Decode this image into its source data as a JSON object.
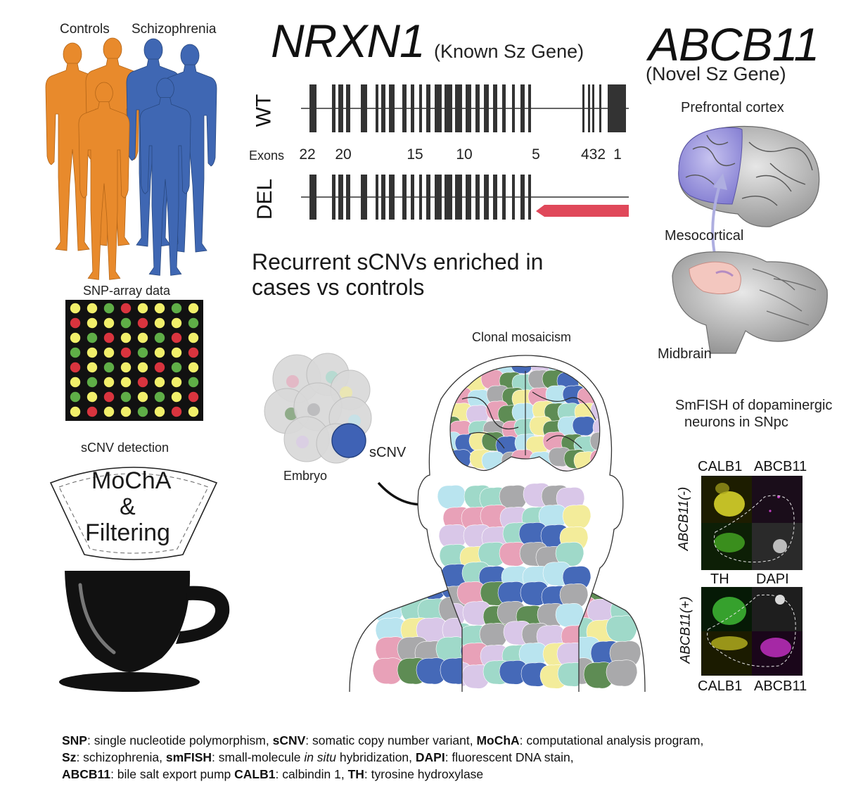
{
  "people": {
    "controls_label": "Controls",
    "schizophrenia_label": "Schizophrenia",
    "control_color": "#e88a2c",
    "case_color": "#3f67b3"
  },
  "snp": {
    "title": "SNP-array data",
    "colors": {
      "yellow": "#f1ef6a",
      "green": "#5fae47",
      "red": "#d9343e",
      "background": "#111111"
    },
    "grid": [
      [
        "Y",
        "Y",
        "G",
        "R",
        "Y",
        "Y",
        "G",
        "Y"
      ],
      [
        "R",
        "Y",
        "Y",
        "G",
        "R",
        "Y",
        "Y",
        "G"
      ],
      [
        "Y",
        "G",
        "R",
        "Y",
        "Y",
        "G",
        "R",
        "Y"
      ],
      [
        "G",
        "Y",
        "Y",
        "R",
        "G",
        "Y",
        "Y",
        "R"
      ],
      [
        "R",
        "Y",
        "G",
        "Y",
        "Y",
        "R",
        "G",
        "Y"
      ],
      [
        "Y",
        "G",
        "Y",
        "Y",
        "R",
        "Y",
        "Y",
        "G"
      ],
      [
        "G",
        "Y",
        "R",
        "G",
        "Y",
        "G",
        "Y",
        "R"
      ],
      [
        "Y",
        "R",
        "Y",
        "Y",
        "G",
        "Y",
        "R",
        "Y"
      ]
    ]
  },
  "filter": {
    "title": "sCNV detection",
    "line1": "MoChA",
    "line2": "&",
    "line3": "Filtering"
  },
  "nrxn1": {
    "gene": "NRXN1",
    "note": "(Known Sz Gene)",
    "wt_label": "WT",
    "del_label": "DEL",
    "exons_label": "Exons",
    "exon_numbers": [
      "22",
      "20",
      "15",
      "10",
      "5",
      "432",
      "1"
    ],
    "deletion_color": "#e0485a"
  },
  "summary": {
    "line1": "Recurrent sCNVs enriched in",
    "line2": "cases vs controls"
  },
  "mosaic": {
    "title": "Clonal mosaicism",
    "embryo_label": "Embryo",
    "scnv_label": "sCNV",
    "palette": [
      "#4569b8",
      "#e8a1b8",
      "#9fd9c9",
      "#f3ec9a",
      "#5e8c54",
      "#a9a9ab",
      "#b9e4ef",
      "#d9c7e8"
    ]
  },
  "abcb11": {
    "gene": "ABCB11",
    "note": "(Novel Sz Gene)",
    "prefrontal": "Prefrontal cortex",
    "mesocortical": "Mesocortical",
    "midbrain": "Midbrain",
    "smfish_line1": "SmFISH of dopaminergic",
    "smfish_line2": "neurons in SNpc",
    "top_labels": [
      "CALB1",
      "ABCB11"
    ],
    "mid_labels": [
      "TH",
      "DAPI"
    ],
    "bottom_labels": [
      "CALB1",
      "ABCB11"
    ],
    "neg_label": "ABCB11(-)",
    "pos_label": "ABCB11(+)"
  },
  "legend": {
    "t1": "SNP",
    "d1": ": single nucleotide polymorphism, ",
    "t2": "sCNV",
    "d2": ": somatic copy number variant, ",
    "t3": "MoChA",
    "d3": ": computational analysis program,",
    "t4": "Sz",
    "d4": ": schizophrenia, ",
    "t5": "smFISH",
    "d5a": ": small-molecule ",
    "d5i": "in situ",
    "d5b": " hybridization, ",
    "t6": "DAPI",
    "d6": ": fluorescent DNA stain,",
    "t7": "ABCB11",
    "d7": ": bile salt export pump ",
    "t8": "CALB1",
    "d8": ": calbindin 1, ",
    "t9": "TH",
    "d9": ": tyrosine hydroxylase"
  }
}
